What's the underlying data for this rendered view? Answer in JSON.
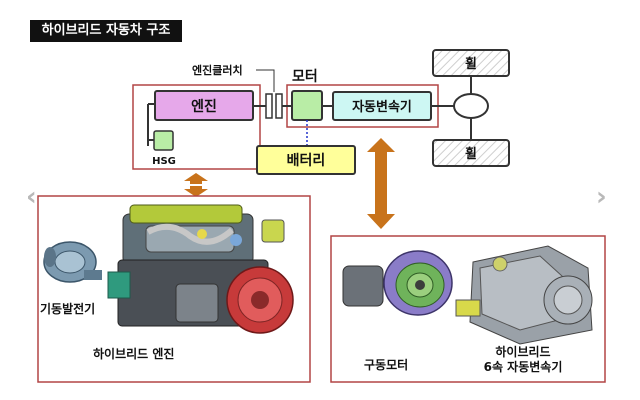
{
  "title": "하이브리드 자동차 구조",
  "diagram": {
    "engine_clutch": "엔진클러치",
    "motor": "모터",
    "engine": "엔진",
    "transmission": "자동변속기",
    "hsg": "HSG",
    "battery": "배터리",
    "wheel_top": "휠",
    "wheel_bottom": "휠"
  },
  "panels": {
    "left_starter": "기동발전기",
    "left_engine": "하이브리드 엔진",
    "right_motor": "구동모터",
    "right_trans_1": "하이브리드",
    "right_trans_2": "6속 자동변속기"
  },
  "colors": {
    "accent_red": "#b24545",
    "engine_fill": "#e6a8ea",
    "motor_fill": "#b9eda6",
    "trans_fill": "#cdf7f3",
    "battery_fill": "#ffff9a",
    "arrow_orange": "#c8731b"
  }
}
